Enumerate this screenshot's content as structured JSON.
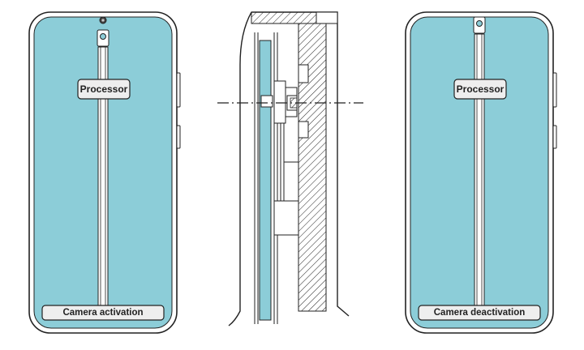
{
  "left_phone": {
    "processor_label": "Processor",
    "status_label": "Camera activation"
  },
  "right_phone": {
    "processor_label": "Processor",
    "status_label": "Camera deactivation"
  },
  "colors": {
    "screen": "#8ccdd8",
    "outline": "#222222",
    "label_fill": "#eeeeee",
    "background": "#ffffff"
  }
}
